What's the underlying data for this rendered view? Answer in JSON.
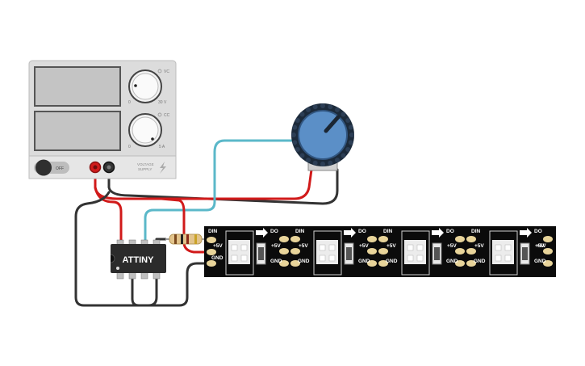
{
  "power_supply": {
    "voltage_range_min": "0",
    "voltage_range_max": "30 V",
    "current_range_min": "0",
    "current_range_max": "5 A",
    "vc_label": "VC",
    "cc_label": "CC",
    "switch_label": "OFF",
    "name_line1": "VOLTAGE",
    "name_line2": "SUPPLY"
  },
  "microcontroller": {
    "label": "ATTINY"
  },
  "led_strip": {
    "din_label": "DIN",
    "do_label": "DO",
    "v5_label": "+5V",
    "gnd_label": "GND"
  },
  "colors": {
    "wire_red": "#d11a1a",
    "wire_black": "#333333",
    "wire_cyan": "#5bb8c9",
    "strip_bg": "#0b0b0b",
    "pad_gold": "#e8d49a",
    "pot_blue": "#5b8fc7",
    "supply_body": "#dcdcdc"
  },
  "icons": {
    "arrow": "right-arrow-icon",
    "bolt": "lightning-bolt-icon"
  }
}
